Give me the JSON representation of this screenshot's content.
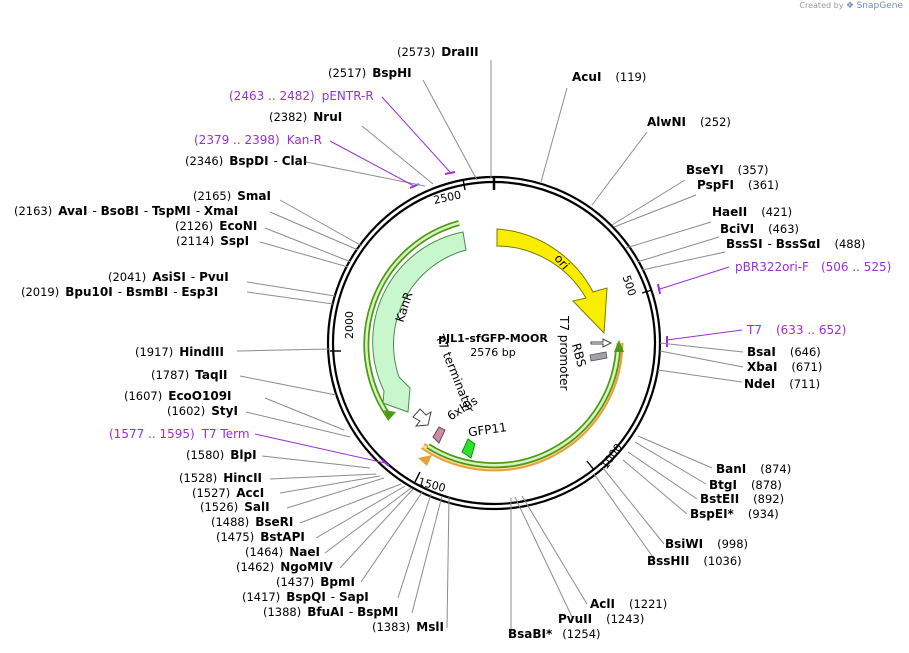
{
  "brand": {
    "prefix": "Created by",
    "name": "SnapGene"
  },
  "plasmid": {
    "name": "pJL1-sfGFP-MOOR",
    "length": "2576 bp"
  },
  "ticks": [
    "500",
    "1000",
    "1500",
    "2000",
    "2500"
  ],
  "features": {
    "ori": "ori",
    "t7_promoter": "T7 promoter",
    "rbs": "RBS",
    "kanr": "KanR",
    "t7_terminator": "T7 terminator",
    "his": "6xHis",
    "gfp11": "GFP11"
  },
  "enzymes": [
    {
      "pos": "(2573)",
      "name": "DraIII"
    },
    {
      "pos": "(2517)",
      "name": "BspHI"
    },
    {
      "pos": "(2382)",
      "name": "NruI"
    },
    {
      "pos": "(2346)",
      "name": "BspDI",
      "name2": "ClaI"
    },
    {
      "pos": "(2165)",
      "name": "SmaI"
    },
    {
      "pos": "(2163)",
      "name": "AvaI",
      "name2": "BsoBI",
      "name3": "TspMI",
      "name4": "XmaI"
    },
    {
      "pos": "(2126)",
      "name": "EcoNI"
    },
    {
      "pos": "(2114)",
      "name": "SspI"
    },
    {
      "pos": "(2041)",
      "name": "AsiSI",
      "name2": "PvuI"
    },
    {
      "pos": "(2019)",
      "name": "Bpu10I",
      "name2": "BsmBI",
      "name3": "Esp3I"
    },
    {
      "pos": "(1917)",
      "name": "HindIII"
    },
    {
      "pos": "(1787)",
      "name": "TaqII"
    },
    {
      "pos": "(1607)",
      "name": "EcoO109I"
    },
    {
      "pos": "(1602)",
      "name": "StyI"
    },
    {
      "pos": "(1580)",
      "name": "BlpI"
    },
    {
      "pos": "(1528)",
      "name": "HincII"
    },
    {
      "pos": "(1527)",
      "name": "AccI"
    },
    {
      "pos": "(1526)",
      "name": "SalI"
    },
    {
      "pos": "(1488)",
      "name": "BseRI"
    },
    {
      "pos": "(1475)",
      "name": "BstAPI"
    },
    {
      "pos": "(1464)",
      "name": "NaeI"
    },
    {
      "pos": "(1462)",
      "name": "NgoMIV"
    },
    {
      "pos": "(1437)",
      "name": "BpmI"
    },
    {
      "pos": "(1417)",
      "name": "BspQI",
      "name2": "SapI"
    },
    {
      "pos": "(1388)",
      "name": "BfuAI",
      "name2": "BspMI"
    },
    {
      "pos": "(1383)",
      "name": "MslI"
    },
    {
      "pos": "(119)",
      "name": "AcuI"
    },
    {
      "pos": "(252)",
      "name": "AlwNI"
    },
    {
      "pos": "(357)",
      "name": "BseYI"
    },
    {
      "pos": "(361)",
      "name": "PspFI"
    },
    {
      "pos": "(421)",
      "name": "HaeII"
    },
    {
      "pos": "(463)",
      "name": "BciVI"
    },
    {
      "pos": "(488)",
      "name": "BssSI",
      "name2": "BssSαI"
    },
    {
      "pos": "(646)",
      "name": "BsaI"
    },
    {
      "pos": "(671)",
      "name": "XbaI"
    },
    {
      "pos": "(711)",
      "name": "NdeI"
    },
    {
      "pos": "(874)",
      "name": "BanI"
    },
    {
      "pos": "(878)",
      "name": "BtgI"
    },
    {
      "pos": "(892)",
      "name": "BstEII"
    },
    {
      "pos": "(934)",
      "name": "BspEI",
      "mark": "*"
    },
    {
      "pos": "(998)",
      "name": "BsiWI"
    },
    {
      "pos": "(1036)",
      "name": "BssHII"
    },
    {
      "pos": "(1221)",
      "name": "AclI"
    },
    {
      "pos": "(1243)",
      "name": "PvuII"
    },
    {
      "pos": "(1254)",
      "name": "BsaBI",
      "mark": "*"
    }
  ],
  "primers": [
    {
      "range": "(2463 .. 2482)",
      "name": "pENTR-R"
    },
    {
      "range": "(2379 .. 2398)",
      "name": "Kan-R"
    },
    {
      "range": "(1577 .. 1595)",
      "name": "T7 Term"
    },
    {
      "name": "pBR322ori-F",
      "range": "(506 .. 525)"
    },
    {
      "name": "T7",
      "range": "(633 .. 652)"
    }
  ],
  "colors": {
    "ori": "#f9ee00",
    "kanr": "#c9f7cd",
    "gfp11": "#2be22b",
    "his": "#d48aa0",
    "rbs": "#9ea3a8",
    "orf_green": "#4f9a12",
    "orf_orange": "#e8a13a",
    "primer": "#9b2fd6",
    "line": "#8c8c8c"
  }
}
